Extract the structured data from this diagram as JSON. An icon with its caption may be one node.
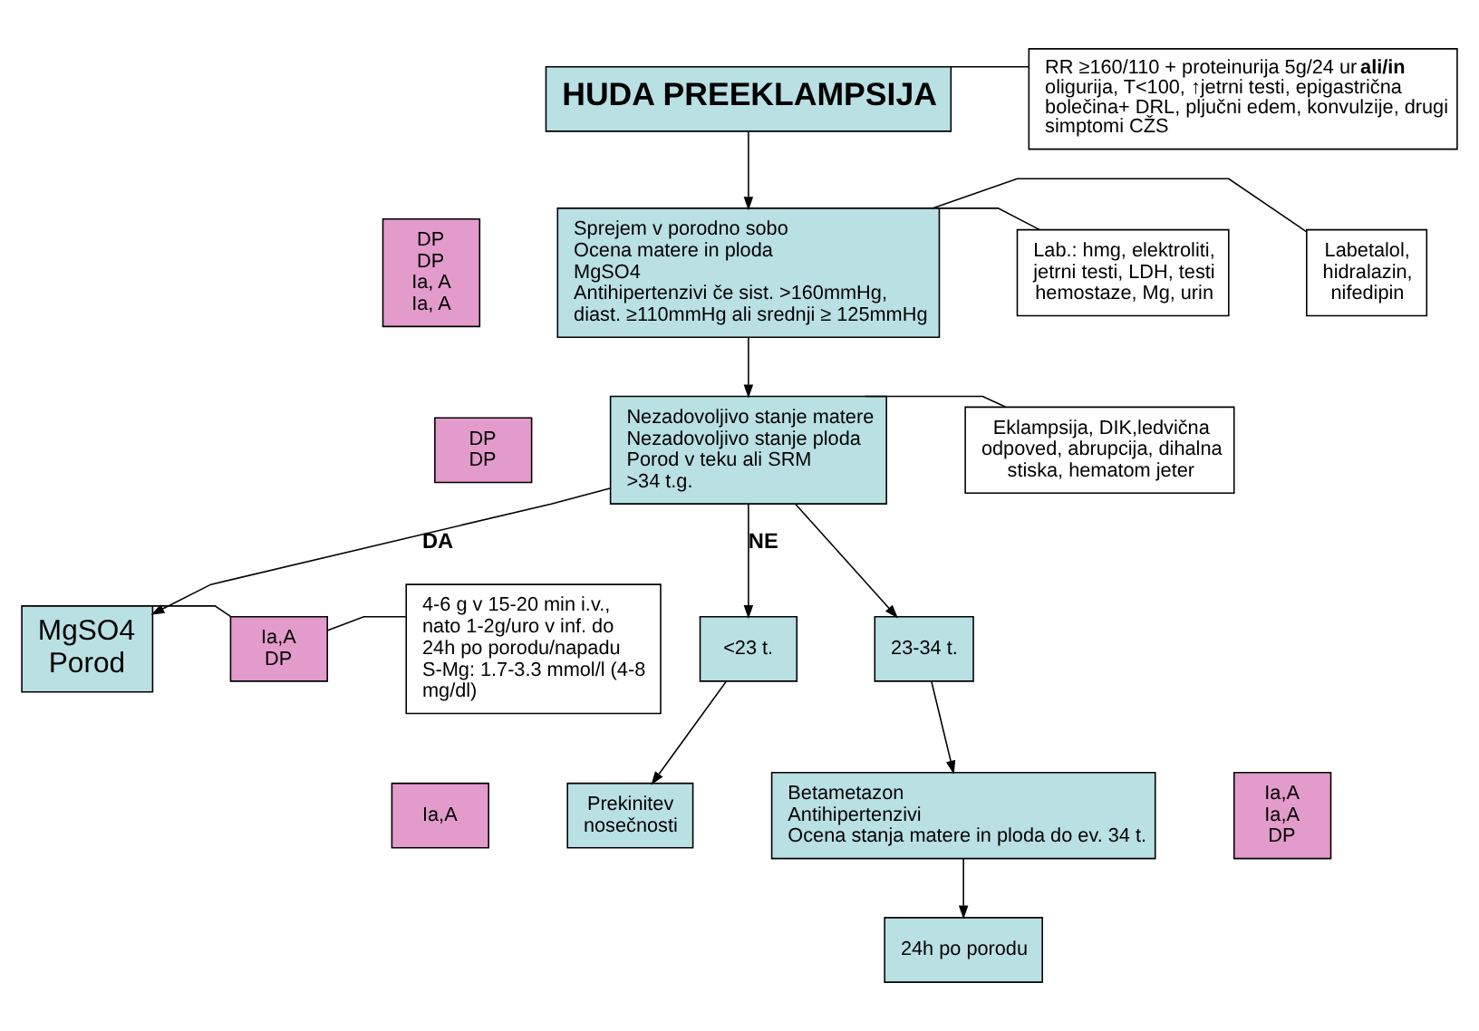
{
  "diagram": {
    "nodes": [
      {
        "text": [
          "HUDA PREEKLAMPSIJA"
        ]
      },
      {
        "text": [
          "RR ≥160/110 + proteinurija 5g/24 ur **ali/in** oligurija, T<100, ↑jetrni testi, epigastrična bolečina+ DRL, pljučni edem, konvulzije, drugi simptomi CŽS"
        ]
      },
      {
        "text": [
          "DP",
          "DP",
          "Ia, A",
          "Ia, A"
        ]
      },
      {
        "text": [
          "Sprejem v porodno sobo",
          "Ocena matere in ploda",
          "MgSO4",
          "Antihipertenzivi če sist. >160mmHg, diast. ≥110mmHg ali srednji ≥ 125mmHg"
        ]
      },
      {
        "text": [
          "Lab.: hmg, elektroliti, jetrni testi, LDH, testi hemostaze, Mg, urin"
        ]
      },
      {
        "text": [
          "Labetalol, hidralazin, nifedipin"
        ]
      },
      {
        "text": [
          "Eklampsija, DIK,ledvična odpoved, abrupcija, dihalna stiska, hematom jeter"
        ]
      },
      {
        "text": [
          "DP",
          "DP"
        ]
      },
      {
        "text": [
          "Nezadovoljivo stanje matere",
          "Nezadovoljivo stanje ploda",
          "Porod v teku ali SRM",
          ">34 t.g."
        ]
      },
      {
        "text": [
          "MgSO4",
          "Porod"
        ]
      },
      {
        "text": [
          "24h po porodu"
        ]
      },
      {
        "text": [
          "Ia,A",
          "DP"
        ]
      },
      {
        "text": [
          "4-6 g v 15-20 min i.v., nato 1-2g/uro v inf. do 24h po porodu/napadu",
          "S-Mg: 1.7-3.3 mmol/l (4-8 mg/dl)"
        ]
      },
      {
        "text": [
          "<23 t."
        ]
      },
      {
        "text": [
          "23-34 t."
        ]
      },
      {
        "text": [
          "Ia,A"
        ]
      },
      {
        "text": [
          "Prekinitev nosečnosti"
        ]
      },
      {
        "text": [
          "Betametazon",
          "Antihipertenzivi",
          "Ocena stanja matere in ploda do ev. 34 t."
        ]
      },
      {
        "text": [
          "Ia,A",
          "Ia,A",
          "DP"
        ]
      }
    ],
    "edges": [
      {
        "from": 0,
        "to": 1,
        "arrow": "none"
      },
      {
        "from": 0,
        "to": 3,
        "arrow": "to"
      },
      {
        "from": 3,
        "to": 4,
        "arrow": "none"
      },
      {
        "from": 3,
        "to": 5,
        "arrow": "none"
      },
      {
        "from": 3,
        "to": 8,
        "arrow": "to"
      },
      {
        "from": 8,
        "to": 6,
        "arrow": "none"
      },
      {
        "from": 8,
        "to": 9,
        "arrow": "to",
        "label": "DA"
      },
      {
        "from": 9,
        "to": 11,
        "arrow": "none"
      },
      {
        "from": 11,
        "to": 12,
        "arrow": "none"
      },
      {
        "from": 8,
        "to": 13,
        "arrow": "to",
        "label": "NE"
      },
      {
        "from": 8,
        "to": 14,
        "arrow": "to"
      },
      {
        "from": 13,
        "to": 16,
        "arrow": "to"
      },
      {
        "from": 14,
        "to": 17,
        "arrow": "to"
      },
      {
        "from": 17,
        "to": 10,
        "arrow": "to"
      }
    ]
  }
}
